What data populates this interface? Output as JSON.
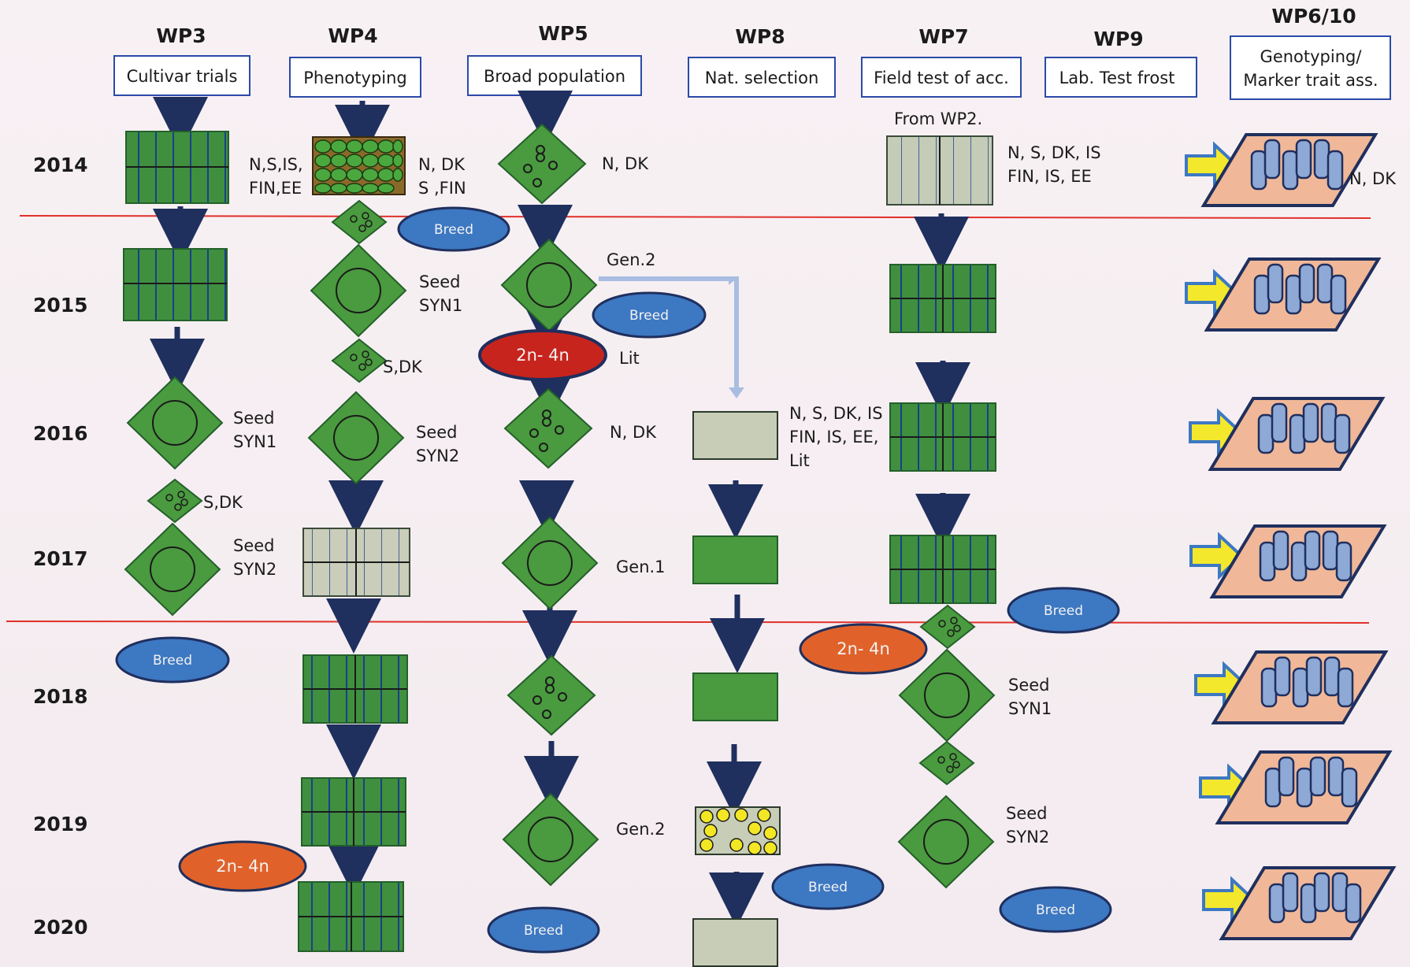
{
  "headers": {
    "wp3": {
      "title": "WP3",
      "box": "Cultivar trials"
    },
    "wp4": {
      "title": "WP4",
      "box": "Phenotyping"
    },
    "wp5": {
      "title": "WP5",
      "box": "Broad population"
    },
    "wp8": {
      "title": "WP8",
      "box": "Nat. selection"
    },
    "wp7": {
      "title": "WP7",
      "box": "Field test of acc."
    },
    "wp9": {
      "title": "WP9",
      "box": "Lab. Test frost"
    },
    "wp610": {
      "title": "WP6/10",
      "box_line1": "Genotyping/",
      "box_line2": "Marker trait ass."
    }
  },
  "years": {
    "y2014": "2014",
    "y2015": "2015",
    "y2016": "2016",
    "y2017": "2017",
    "y2018": "2018",
    "y2019": "2019",
    "y2020": "2020"
  },
  "labels": {
    "wp3_2014_a": "N,S,IS,",
    "wp3_2014_b": "FIN,EE",
    "wp4_2014_a": "N, DK",
    "wp4_2014_b": "S ,FIN",
    "wp5_2014": "N, DK",
    "wp7_from": "From WP2.",
    "wp7_2014_a": "N, S, DK, IS",
    "wp7_2014_b": "FIN, IS, EE",
    "wp610_2014": "N, DK",
    "wp5_gen2_top": "Gen.2",
    "wp4_seed_a": "Seed",
    "wp4_syn1": "SYN1",
    "wp4_sdk": "S,DK",
    "wp5_lit": "Lit",
    "wp3_seed_a": "Seed",
    "wp3_syn1": "SYN1",
    "wp4_seed_b": "Seed",
    "wp4_syn2": "SYN2",
    "wp5_2016": "N, DK",
    "wp8_2016_a": "N, S, DK, IS",
    "wp8_2016_b": "FIN, IS, EE,",
    "wp8_2016_c": "Lit",
    "wp3_sdk": "S,DK",
    "wp3_seed_b": "Seed",
    "wp3_syn2": "SYN2",
    "wp5_gen1": "Gen.1",
    "wp7_seed_a": "Seed",
    "wp7_syn1": "SYN1",
    "wp7_seed_b": "Seed",
    "wp7_syn2": "SYN2",
    "wp5_gen2_bottom": "Gen.2"
  },
  "ovals": {
    "breed": "Breed",
    "polyploid": "2n- 4n"
  },
  "colors": {
    "green": "#4a9a3f",
    "green_dark": "#24602a",
    "grey_box": "#c8cdb8",
    "navy": "#1f2f5e",
    "blue_oval": "#3d78c2",
    "orange_oval": "#e0622a",
    "red_oval": "#c8241e",
    "red_line": "#e0302a",
    "salmon": "#f0b898",
    "cylinder": "#8ea9d6",
    "yellow_arrow": "#f4e82c",
    "light_arrow": "#a9bde2"
  }
}
